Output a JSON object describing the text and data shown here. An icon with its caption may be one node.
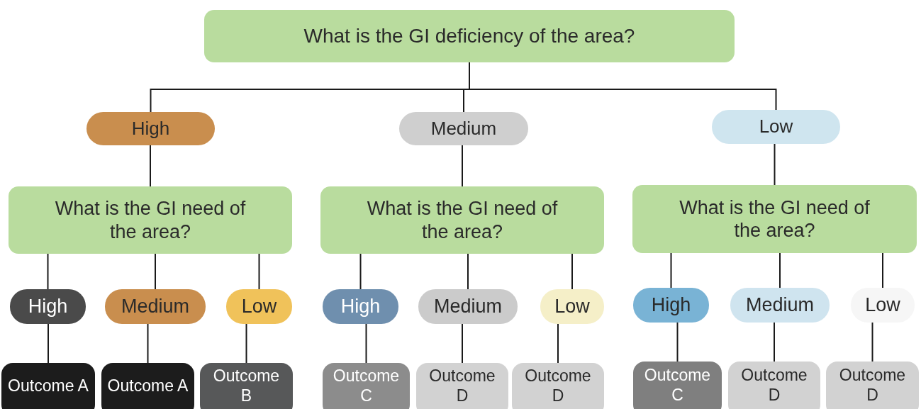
{
  "diagram": {
    "nodes": [
      {
        "text": [
          "What is the GI deficiency of the area?"
        ]
      },
      {
        "text": [
          "High"
        ]
      },
      {
        "text": [
          "Medium"
        ]
      },
      {
        "text": [
          "Low"
        ]
      },
      {
        "text": [
          "What is the GI need of the area?"
        ]
      },
      {
        "text": [
          "What is the GI need of the area?"
        ]
      },
      {
        "text": [
          "What is the GI need of the area?"
        ]
      },
      {
        "text": [
          "High"
        ]
      },
      {
        "text": [
          "Medium"
        ]
      },
      {
        "text": [
          "Low"
        ]
      },
      {
        "text": [
          "High"
        ]
      },
      {
        "text": [
          "Medium"
        ]
      },
      {
        "text": [
          "Low"
        ]
      },
      {
        "text": [
          "High"
        ]
      },
      {
        "text": [
          "Medium"
        ]
      },
      {
        "text": [
          "Low"
        ]
      },
      {
        "text": [
          "Outcome A"
        ]
      },
      {
        "text": [
          "Outcome A"
        ]
      },
      {
        "text": [
          "Outcome B"
        ]
      },
      {
        "text": [
          "Outcome C"
        ]
      },
      {
        "text": [
          "Outcome D"
        ]
      },
      {
        "text": [
          "Outcome D"
        ]
      },
      {
        "text": [
          "Outcome C"
        ]
      },
      {
        "text": [
          "Outcome D"
        ]
      },
      {
        "text": [
          "Outcome D"
        ]
      }
    ],
    "edges": [
      {
        "from": 0,
        "to": 1,
        "arrow": "none"
      },
      {
        "from": 0,
        "to": 2,
        "arrow": "none"
      },
      {
        "from": 0,
        "to": 3,
        "arrow": "none"
      },
      {
        "from": 1,
        "to": 4,
        "arrow": "none"
      },
      {
        "from": 2,
        "to": 5,
        "arrow": "none"
      },
      {
        "from": 3,
        "to": 6,
        "arrow": "none"
      },
      {
        "from": 4,
        "to": 7,
        "arrow": "none"
      },
      {
        "from": 4,
        "to": 8,
        "arrow": "none"
      },
      {
        "from": 4,
        "to": 9,
        "arrow": "none"
      },
      {
        "from": 5,
        "to": 10,
        "arrow": "none"
      },
      {
        "from": 5,
        "to": 11,
        "arrow": "none"
      },
      {
        "from": 5,
        "to": 12,
        "arrow": "none"
      },
      {
        "from": 6,
        "to": 13,
        "arrow": "none"
      },
      {
        "from": 6,
        "to": 14,
        "arrow": "none"
      },
      {
        "from": 6,
        "to": 15,
        "arrow": "none"
      },
      {
        "from": 7,
        "to": 16,
        "arrow": "none"
      },
      {
        "from": 8,
        "to": 17,
        "arrow": "none"
      },
      {
        "from": 9,
        "to": 18,
        "arrow": "none"
      },
      {
        "from": 10,
        "to": 19,
        "arrow": "none"
      },
      {
        "from": 11,
        "to": 20,
        "arrow": "none"
      },
      {
        "from": 12,
        "to": 21,
        "arrow": "none"
      },
      {
        "from": 13,
        "to": 22,
        "arrow": "none"
      },
      {
        "from": 14,
        "to": 23,
        "arrow": "none"
      },
      {
        "from": 15,
        "to": 24,
        "arrow": "none"
      }
    ]
  }
}
